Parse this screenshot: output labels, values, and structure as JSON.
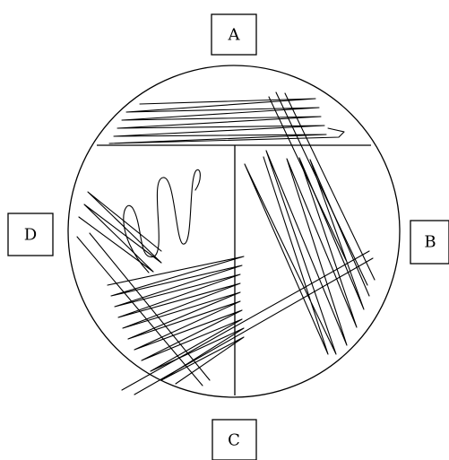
{
  "labels": {
    "a": "A",
    "b": "B",
    "c": "C",
    "d": "D"
  }
}
